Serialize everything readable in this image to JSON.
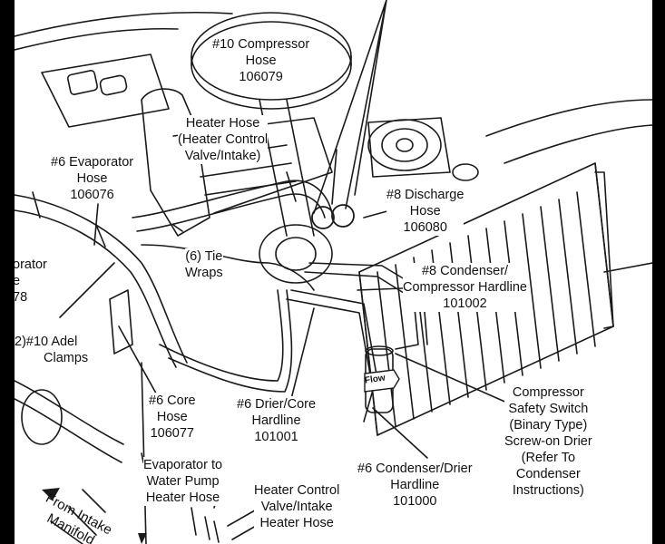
{
  "labels": {
    "compressor_hose": [
      "#10 Compressor",
      "Hose",
      "106079"
    ],
    "heater_hose_control": [
      "Heater Hose",
      "(Heater Control",
      "Valve/Intake)"
    ],
    "evaporator_hose": [
      "#6 Evaporator",
      "Hose",
      "106076"
    ],
    "discharge_hose": [
      "#8 Discharge",
      "Hose",
      "106080"
    ],
    "tie_wraps": [
      "(6) Tie",
      "Wraps"
    ],
    "condenser_compressor_hardline": [
      "#8 Condenser/",
      "Compressor Hardline",
      "101002"
    ],
    "evaporator_cut": [
      "orator",
      "e",
      "78"
    ],
    "adel_clamps": [
      "2)#10 Adel",
      "Clamps"
    ],
    "core_hose": [
      "#6 Core",
      "Hose",
      "106077"
    ],
    "drier_core_hardline": [
      "#6 Drier/Core",
      "Hardline",
      "101001"
    ],
    "safety_switch": [
      "Compressor",
      "Safety Switch",
      "(Binary Type)",
      "Screw-on Drier",
      "(Refer To",
      "Condenser",
      "Instructions)"
    ],
    "condenser_drier_hardline": [
      "#6 Condenser/Drier",
      "Hardline",
      "101000"
    ],
    "evap_water_pump": [
      "Evaporator to",
      "Water Pump",
      "Heater Hose"
    ],
    "heater_control_intake": [
      "Heater Control",
      "Valve/Intake",
      "Heater Hose"
    ],
    "from_intake": [
      "From Intake",
      "Manifold"
    ],
    "flow_tag": "Flow"
  },
  "colors": {
    "background": "#ffffff",
    "frame": "#000000",
    "line": "#1a1a1a"
  }
}
